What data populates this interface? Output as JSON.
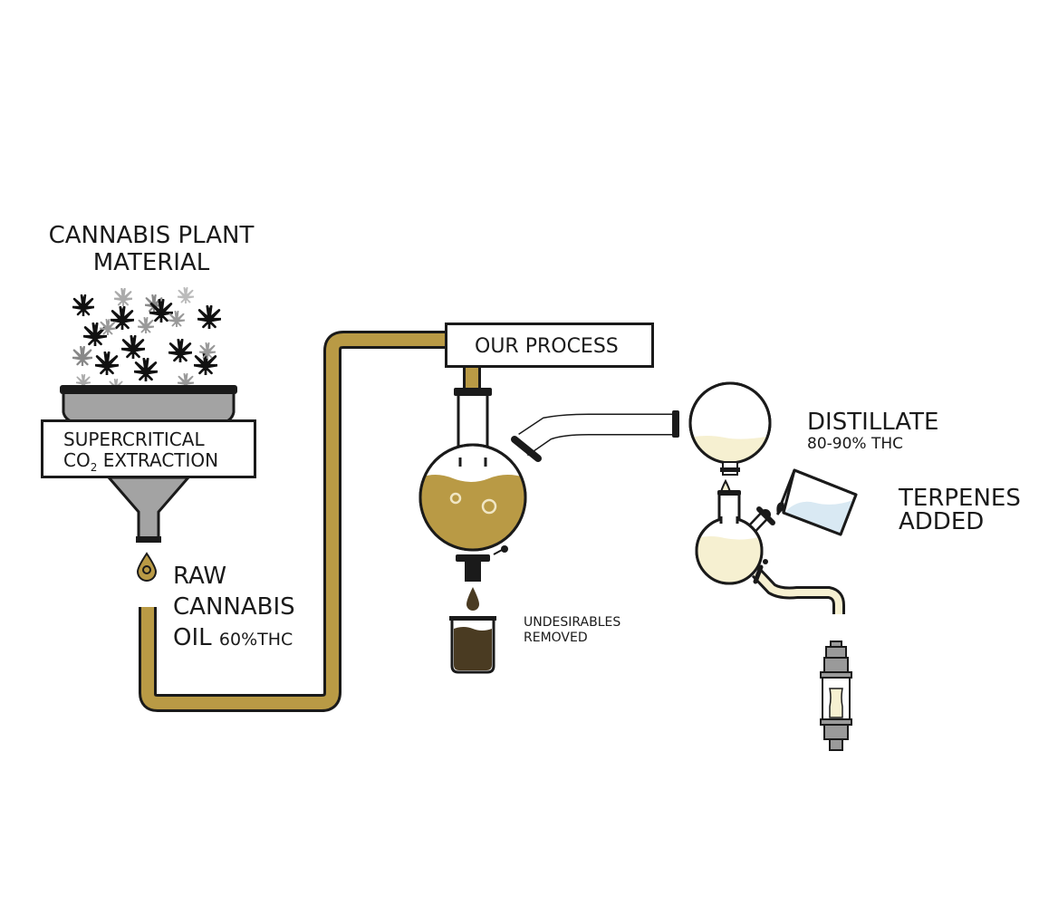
{
  "labels": {
    "plant_line1": "CANNABIS PLANT",
    "plant_line2": "MATERIAL",
    "extraction_line1": "SUPERCRITICAL",
    "extraction_co": "CO",
    "extraction_sub": "2",
    "extraction_rest": " EXTRACTION",
    "raw_line1": "RAW",
    "raw_line2": "CANNABIS",
    "raw_line3": "OIL",
    "raw_thc": "60%THC",
    "process": "OUR PROCESS",
    "undesirables_line1": "UNDESIRABLES",
    "undesirables_line2": "REMOVED",
    "distillate": "DISTILLATE",
    "distillate_thc": "80-90% THC",
    "terpenes_line1": "TERPENES",
    "terpenes_line2": "ADDED"
  },
  "icons": [
    "cannabis-leaf-icon",
    "funnel-icon",
    "pipe-icon",
    "flask-icon",
    "beaker-icon",
    "vape-cartridge-icon"
  ],
  "colors": {
    "oil": "#b99a45",
    "dark_oil": "#4a3b22",
    "distillate": "#f6f0d1",
    "terpene": "#d9e9f3",
    "funnel": "#a3a3a3",
    "outline": "#1a1a1a",
    "cartridge": "#9a9a9a"
  }
}
